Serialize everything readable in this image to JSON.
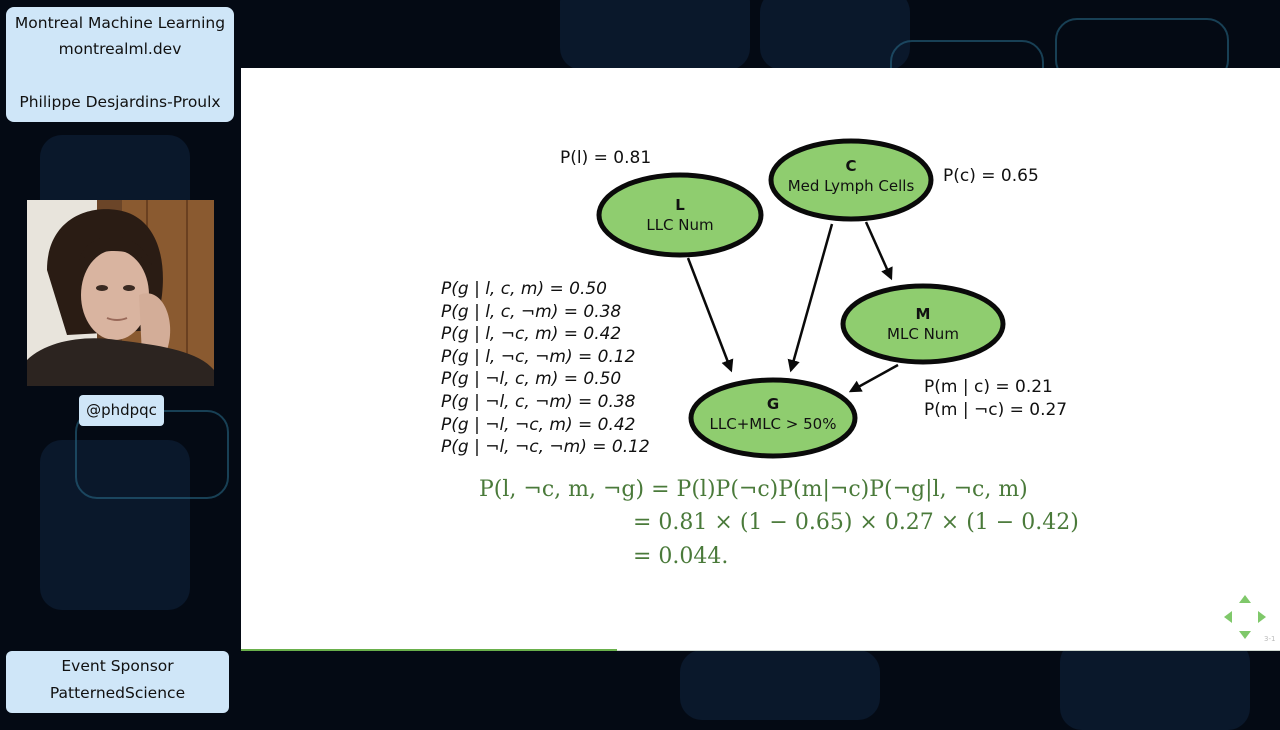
{
  "info_card": {
    "line1": "Montreal Machine Learning",
    "line2": "montrealml.dev",
    "line3": "Philippe Desjardins-Proulx"
  },
  "handle": "@phdpqc",
  "sponsor": {
    "line1": "Event Sponsor",
    "line2": "PatternedScience"
  },
  "diagram": {
    "nodes": [
      {
        "id": "L",
        "title": "L",
        "label": "LLC Num"
      },
      {
        "id": "C",
        "title": "C",
        "label": "Med Lymph Cells"
      },
      {
        "id": "M",
        "title": "M",
        "label": "MLC Num"
      },
      {
        "id": "G",
        "title": "G",
        "label": "LLC+MLC > 50%"
      }
    ],
    "edges": [
      {
        "from": "L",
        "to": "G"
      },
      {
        "from": "C",
        "to": "G"
      },
      {
        "from": "C",
        "to": "M"
      },
      {
        "from": "M",
        "to": "G"
      }
    ],
    "p_l": "P(l) = 0.81",
    "p_c": "P(c) = 0.65",
    "p_m": [
      "P(m | c) = 0.21",
      "P(m | ¬c) = 0.27"
    ],
    "p_g": [
      "P(g | l, c, m) = 0.50",
      "P(g | l, c, ¬m) = 0.38",
      "P(g | l, ¬c, m) = 0.42",
      "P(g | l, ¬c, ¬m) = 0.12",
      "P(g | ¬l, c, m) = 0.50",
      "P(g | ¬l, c, ¬m) = 0.38",
      "P(g | ¬l, ¬c, m) = 0.42",
      "P(g | ¬l, ¬c, ¬m) = 0.12"
    ],
    "node_fill": "#8fcd6f",
    "node_stroke": "#0a0a0a"
  },
  "equation": {
    "line1": "P(l, ¬c, m, ¬g) = P(l)P(¬c)P(m|¬c)P(¬g|l, ¬c, m)",
    "line2": "= 0.81 × (1 − 0.65) × 0.27 × (1 − 0.42)",
    "line3": "= 0.044.",
    "color": "#4a7a3a"
  },
  "page_number": "3-1"
}
